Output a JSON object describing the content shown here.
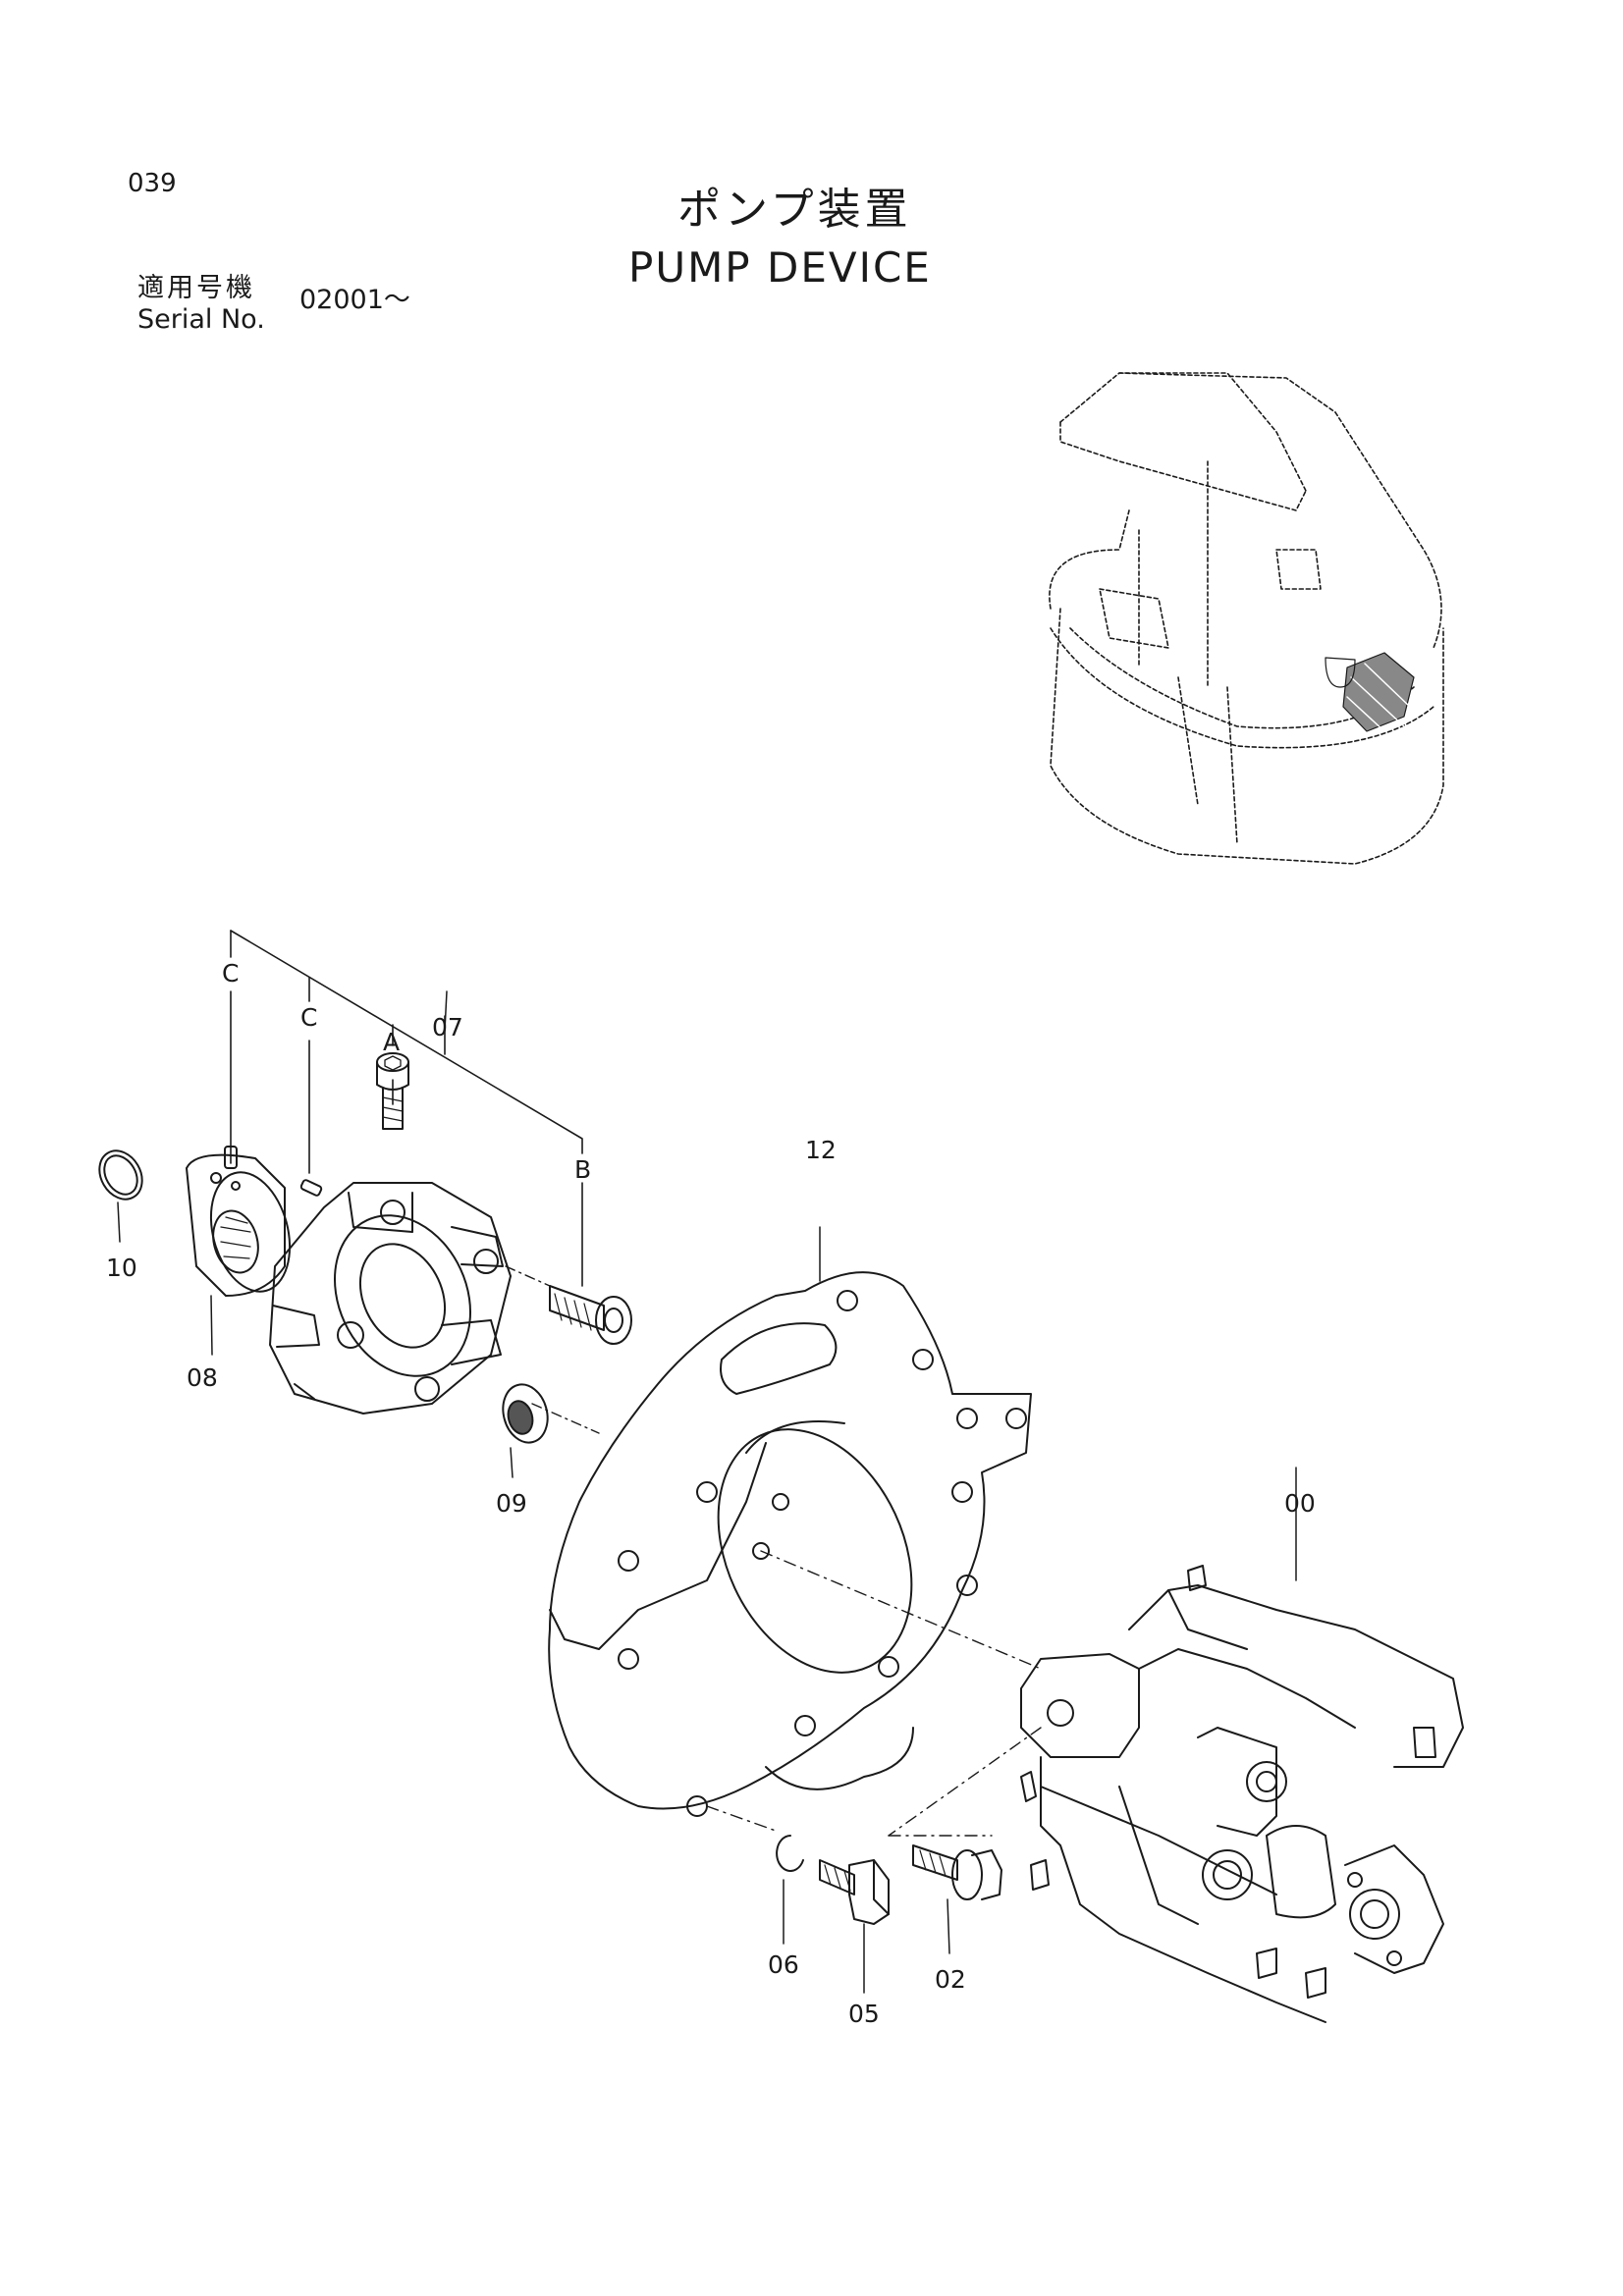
{
  "header": {
    "page_number": "039",
    "title_jp": "ポンプ装置",
    "title_en": "PUMP DEVICE",
    "serial_label_jp": "適用号機",
    "serial_label_en": "Serial No.",
    "serial_value": "02001～"
  },
  "part_labels": {
    "p00": "00",
    "p02": "02",
    "p05": "05",
    "p06": "06",
    "p07": "07",
    "p08": "08",
    "p09": "09",
    "p10": "10",
    "p12": "12"
  },
  "callouts": {
    "a": "A",
    "b": "B",
    "c1": "C",
    "c2": "C"
  },
  "colors": {
    "line": "#1a1a1a",
    "background": "#ffffff"
  }
}
